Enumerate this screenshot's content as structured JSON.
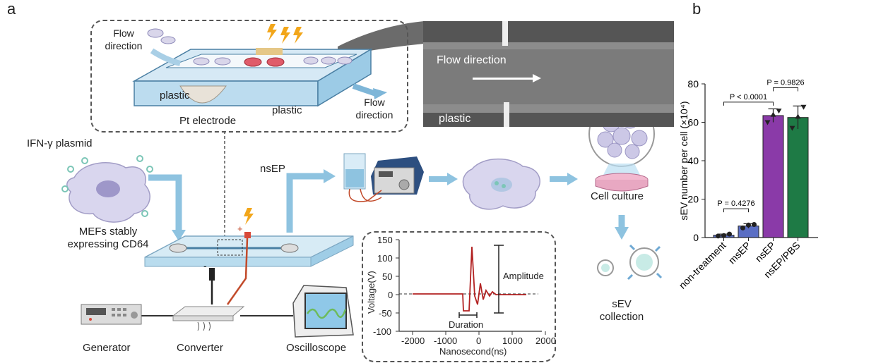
{
  "panel_a": {
    "letter": "a",
    "inset": {
      "flow_direction_top": [
        "Flow",
        "direction"
      ],
      "flow_direction_right": [
        "Flow",
        "direction"
      ],
      "plastic_left": "plastic",
      "plastic_right": "plastic",
      "electrode": "Pt electrode"
    },
    "sem": {
      "flow_label": "Flow direction",
      "plastic_label": "plastic"
    },
    "cell": {
      "plasmid": "IFN-γ plasmid",
      "mef_line1": "MEFs stably",
      "mef_line2": "expressing CD64"
    },
    "nsep_label": "nsEP",
    "polarity_plus": "+",
    "polarity_minus": "-",
    "culture_label": "Cell culture",
    "sev_line1": "sEV",
    "sev_line2": "collection",
    "equipment": {
      "generator": "Generator",
      "converter": "Converter",
      "oscilloscope": "Oscilloscope"
    },
    "pulse_chart": {
      "type": "line",
      "xlabel": "Nanosecond(ns)",
      "ylabel": "Voltage(V)",
      "xticks": [
        "-2000",
        "-1000",
        "0",
        "1000",
        "2000"
      ],
      "yticks": [
        "150",
        "100",
        "50",
        "0",
        "-50",
        "-100"
      ],
      "amplitude_label": "Amplitude",
      "duration_label": "Duration"
    }
  },
  "panel_b": {
    "letter": "b"
  },
  "chart_data": {
    "type": "bar",
    "ylabel": "sEV  number per cell (×10⁴)",
    "xlabel": "",
    "ylim": [
      0,
      80
    ],
    "yticks": [
      "0",
      "20",
      "40",
      "60",
      "80"
    ],
    "categories": [
      "non-treatment",
      "msEP",
      "nsEP",
      "nsEP/PBS"
    ],
    "values": [
      1.2,
      6.0,
      63.5,
      62.5
    ],
    "errors": [
      0.6,
      1.2,
      3.5,
      6.0
    ],
    "colors": [
      "#5a6ec4",
      "#5a6ec4",
      "#8a3aa8",
      "#1e7a45"
    ],
    "points": [
      [
        0.8,
        1.0,
        1.8
      ],
      [
        5.0,
        6.5,
        6.8
      ],
      [
        60.0,
        64.0,
        66.0
      ],
      [
        57.0,
        63.0,
        68.0
      ]
    ],
    "comparisons": [
      {
        "label": "P = 0.4276",
        "from": 0,
        "to": 1
      },
      {
        "label": "P < 0.0001",
        "from": 0,
        "to": 2
      },
      {
        "label": "P = 0.9826",
        "from": 2,
        "to": 3
      }
    ]
  }
}
